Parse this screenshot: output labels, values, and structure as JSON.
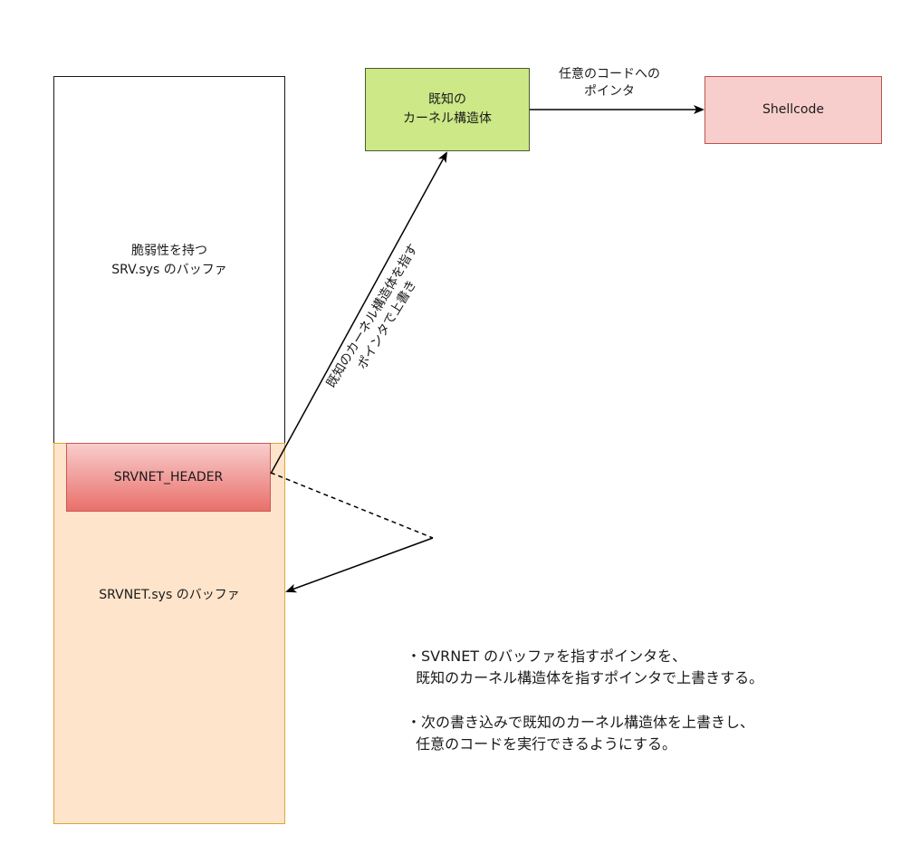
{
  "nodes": {
    "srv_buffer": {
      "line1": "脆弱性を持つ",
      "line2": "SRV.sys のバッファ"
    },
    "srvnet_buffer": {
      "label": "SRVNET.sys のバッファ"
    },
    "srvnet_header": {
      "label": "SRVNET_HEADER"
    },
    "kernel_struct": {
      "line1": "既知の",
      "line2": "カーネル構造体"
    },
    "shellcode": {
      "label": "Shellcode"
    }
  },
  "edges": {
    "pointer_to_code": {
      "line1": "任意のコードへの",
      "line2": "ポインタ"
    },
    "overwrite": {
      "line1": "既知のカーネル構造体を指す",
      "line2": "ポインタで上書き"
    }
  },
  "notes": [
    {
      "line1": "・SVRNET のバッファを指すポインタを、",
      "line2": "  既知のカーネル構造体を指すポインタで上書きする。"
    },
    {
      "line1": "・次の書き込みで既知のカーネル構造体を上書きし、",
      "line2": "  任意のコードを実行できるようにする。"
    }
  ],
  "colors": {
    "kernel_fill": "#cce887",
    "shellcode_fill": "#f8cecc",
    "srvnet_fill": "#fde4cb",
    "header_gradient_top": "#f8cdcc",
    "header_gradient_bottom": "#e9706b"
  }
}
